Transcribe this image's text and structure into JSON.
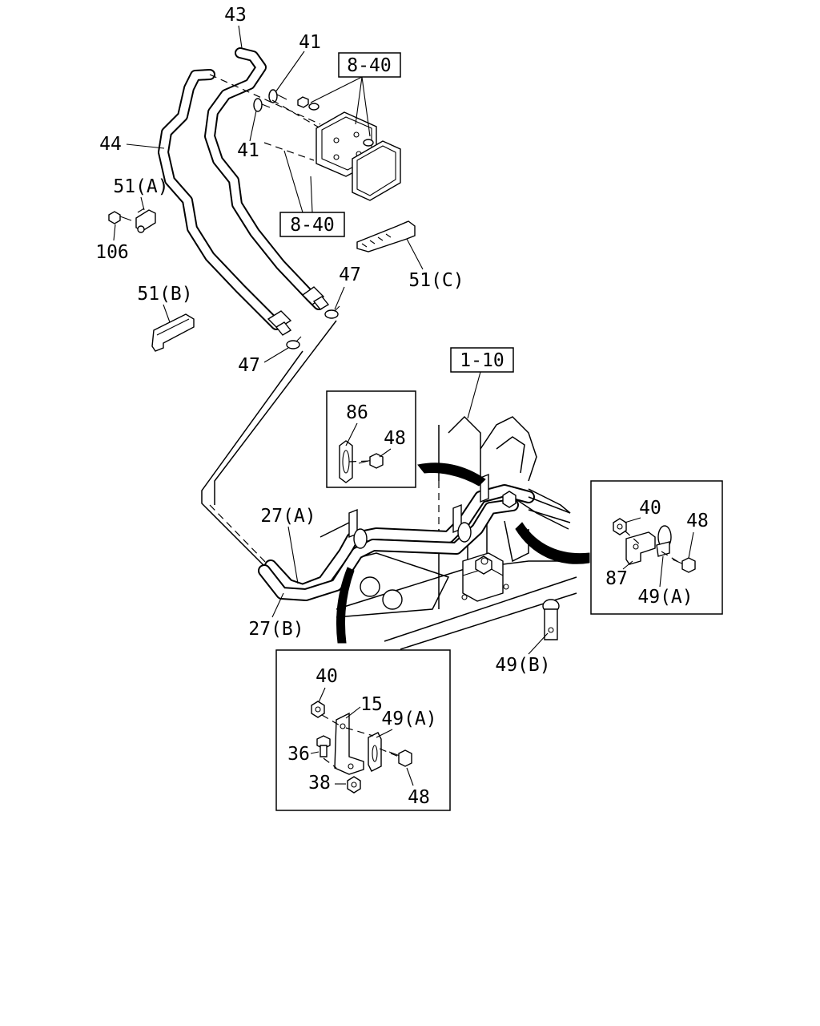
{
  "diagram": {
    "labels": {
      "p43": "43",
      "p41_top": "41",
      "p41_mid": "41",
      "p44": "44",
      "p51a": "51(A)",
      "p106": "106",
      "p51b": "51(B)",
      "p51c": "51(C)",
      "p47_right": "47",
      "p47_left": "47",
      "ref_8_40_top": "8-40",
      "ref_8_40_bottom": "8-40",
      "ref_1_10": "1-10",
      "p86": "86",
      "p48_inset1": "48",
      "p27a": "27(A)",
      "p27b": "27(B)",
      "p40_right": "40",
      "p48_right": "48",
      "p87": "87",
      "p49a_right": "49(A)",
      "p49b": "49(B)",
      "p40_bottom": "40",
      "p15": "15",
      "p49a_bottom": "49(A)",
      "p36": "36",
      "p38": "38",
      "p48_bottom": "48"
    }
  }
}
